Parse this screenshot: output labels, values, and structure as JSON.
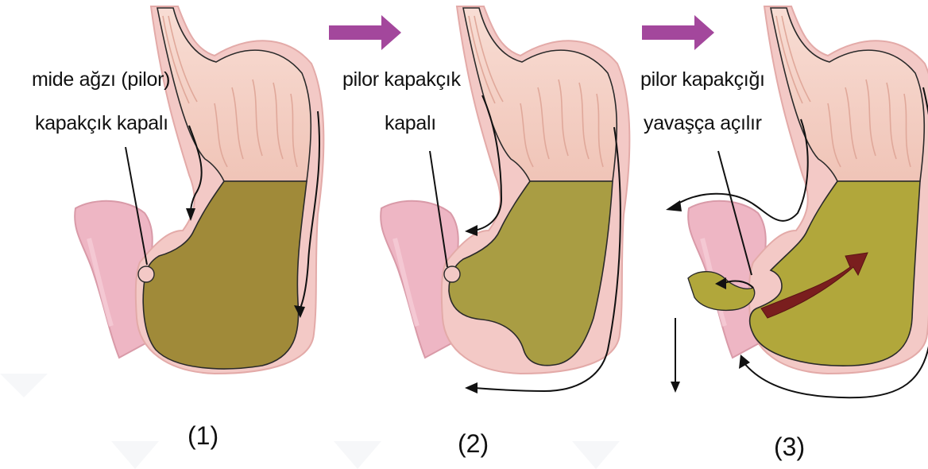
{
  "colors": {
    "arrow": "#a3479c",
    "stomach_outline": "#2a2a2a",
    "stomach_upper": "#f6d8cf",
    "stomach_lining": "#f2c2b5",
    "outer_wall": "#f3c9c6",
    "duodenum": "#eeb6c4",
    "chyme_panel1": "#a08a39",
    "chyme_panel2": "#a99d43",
    "chyme_panel3": "#b1a73b",
    "mixing_arrow": "#7a1e1e"
  },
  "panels": [
    {
      "number": "(1)",
      "label_lines": [
        "mide ağzı (pilor)",
        "kapakçık kapalı"
      ]
    },
    {
      "number": "(2)",
      "label_lines": [
        "pilor kapakçık",
        "kapalı"
      ]
    },
    {
      "number": "(3)",
      "label_lines": [
        "pilor kapakçığı",
        "yavaşça açılır"
      ]
    }
  ],
  "transition_arrows": [
    "arrow-1-to-2",
    "arrow-2-to-3"
  ]
}
